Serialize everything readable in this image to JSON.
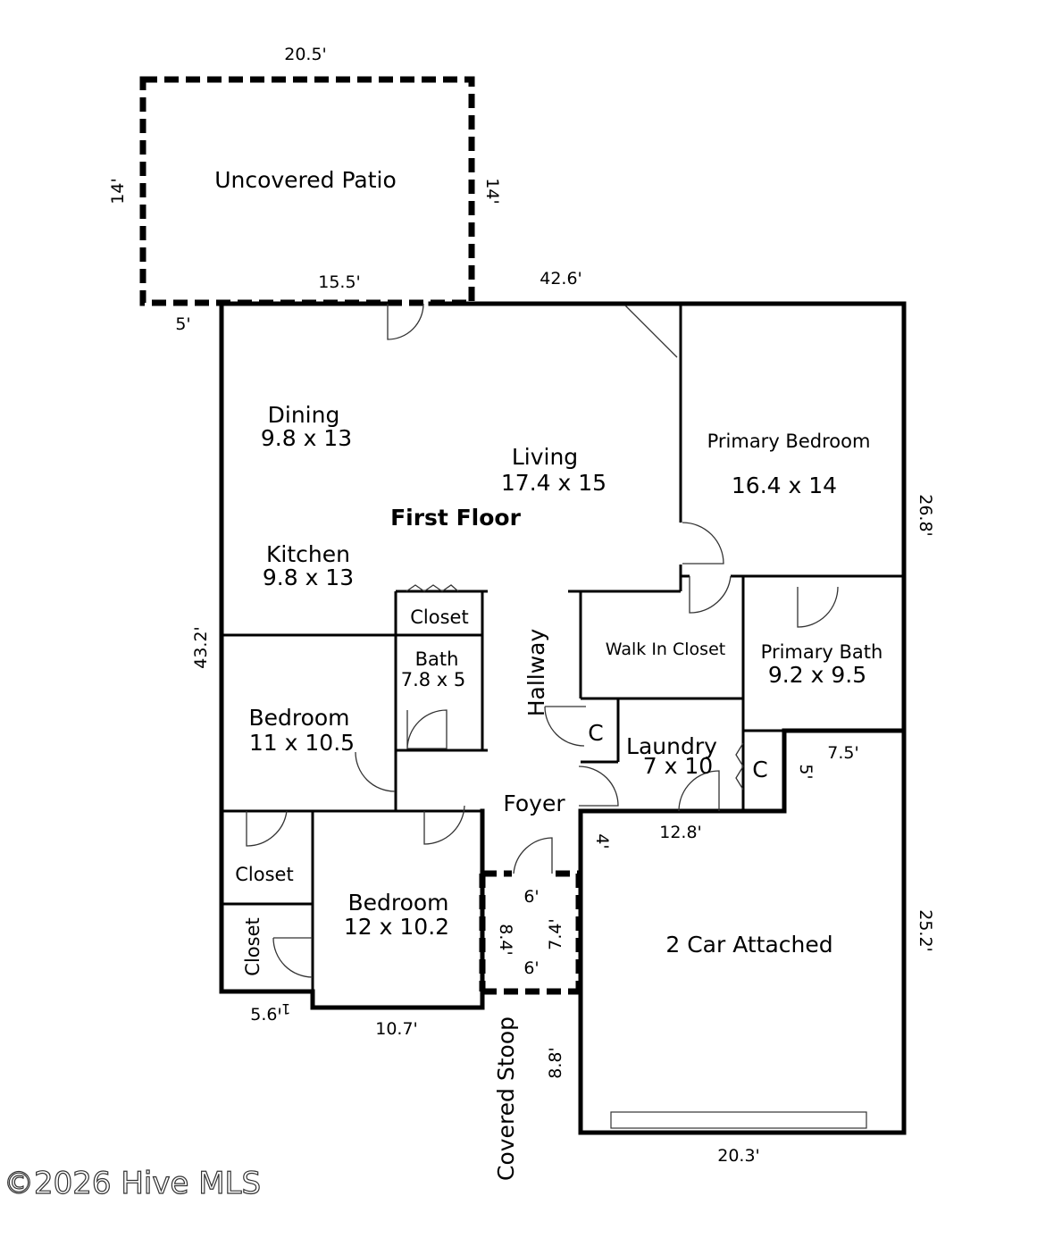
{
  "floor_title": "First Floor",
  "rooms": {
    "patio": "Uncovered Patio",
    "dining": {
      "name": "Dining",
      "size": "9.8 x 13"
    },
    "living": {
      "name": "Living",
      "size": "17.4 x 15"
    },
    "kitchen": {
      "name": "Kitchen",
      "size": "9.8 x 13"
    },
    "primary_bedroom": {
      "name": "Primary Bedroom",
      "size": "16.4 x 14"
    },
    "closet_hall": "Closet",
    "bath": {
      "name": "Bath",
      "size": "7.8 x 5"
    },
    "hallway": "Hallway",
    "walk_in_closet": "Walk In Closet",
    "primary_bath": {
      "name": "Primary Bath",
      "size": "9.2 x 9.5"
    },
    "closet_c1": "C",
    "closet_c2": "C",
    "laundry": {
      "name": "Laundry",
      "size": "7 x 10"
    },
    "bedroom1": {
      "name": "Bedroom",
      "size": "11 x 10.5"
    },
    "foyer": "Foyer",
    "closet_bed1": "Closet",
    "closet_bed2": "Closet",
    "bedroom2": {
      "name": "Bedroom",
      "size": "12 x 10.2"
    },
    "garage": "2 Car Attached",
    "covered_stoop": "Covered Stoop"
  },
  "dimensions": {
    "patio_top": "20.5'",
    "patio_left": "14'",
    "patio_right": "14'",
    "patio_bottom": "15.5'",
    "offset_5": "5'",
    "house_top": "42.6'",
    "house_right": "26.8'",
    "house_left": "43.2'",
    "step_width": "7.5'",
    "step_height": "5'",
    "garage_top": "12.8'",
    "garage_left_top": "4'",
    "garage_right": "25.2'",
    "garage_bottom": "20.3'",
    "garage_left_bottom": "8.8'",
    "stoop_top": "6'",
    "stoop_bottom": "6'",
    "stoop_left": "8.4'",
    "stoop_right": "7.4'",
    "bottom_left": "5.6'",
    "bottom_jog": "1'",
    "bottom_bedroom": "10.7'"
  },
  "watermark": "©2026 Hive MLS"
}
